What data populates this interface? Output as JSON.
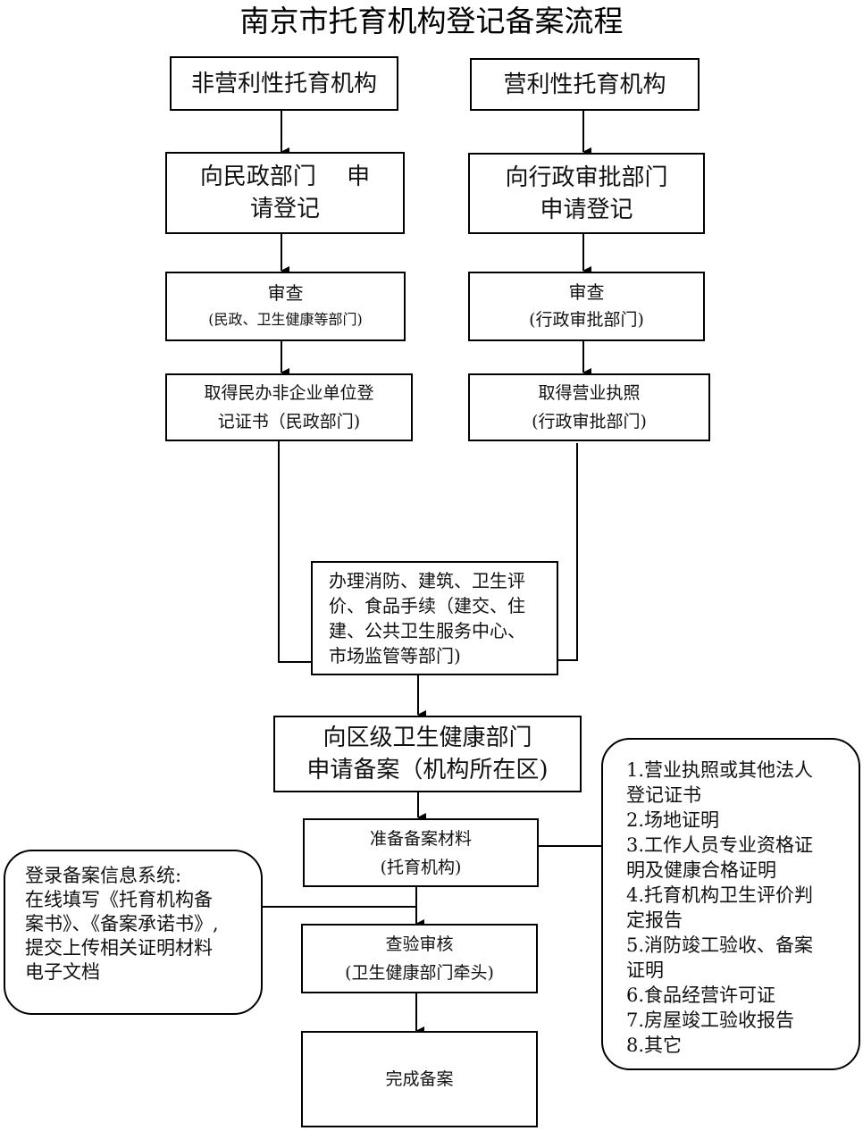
{
  "title": "南京市托育机构登记备案流程",
  "left_branch": {
    "org_type": "非营利性托育机构",
    "apply": [
      "向民政部门　 申",
      "请登记"
    ],
    "review": {
      "title": "审查",
      "dept": "(民政、卫生健康等部门)"
    },
    "certificate": [
      "取得民办非企业单位登",
      "记证书（民政部门)"
    ]
  },
  "right_branch": {
    "org_type": "营利性托育机构",
    "apply": [
      "向行政审批部门",
      "申请登记"
    ],
    "review": {
      "title": "审查",
      "dept": "(行政审批部门)"
    },
    "certificate": [
      "取得营业执照",
      "(行政审批部门)"
    ]
  },
  "procedures": [
    "办理消防、建筑、卫生评",
    "价、食品手续（建交、住",
    "建、公共卫生服务中心、",
    "市场监管等部门)"
  ],
  "filing_apply": [
    "向区级卫生健康部门",
    "申请备案（机构所在区)"
  ],
  "prepare_materials": {
    "title": "准备备案材料",
    "subtitle": "(托育机构)"
  },
  "inspection": {
    "title": "查验审核",
    "subtitle": "(卫生健康部门牵头)"
  },
  "complete": "完成备案",
  "online_system_note": [
    "登录备案信息系统:",
    "在线填写《托育机构备",
    "案书》、《备案承诺书》,",
    "提交上传相关证明材料",
    "电子文档"
  ],
  "materials_list": [
    "1.营业执照或其他法人",
    "登记证书",
    "2.场地证明",
    "3.工作人员专业资格证",
    "明及健康合格证明",
    "4.托育机构卫生评价判",
    "定报告",
    "5.消防竣工验收、备案",
    "证明",
    "6.食品经营许可证",
    "7.房屋竣工验收报告",
    "8.其它"
  ]
}
